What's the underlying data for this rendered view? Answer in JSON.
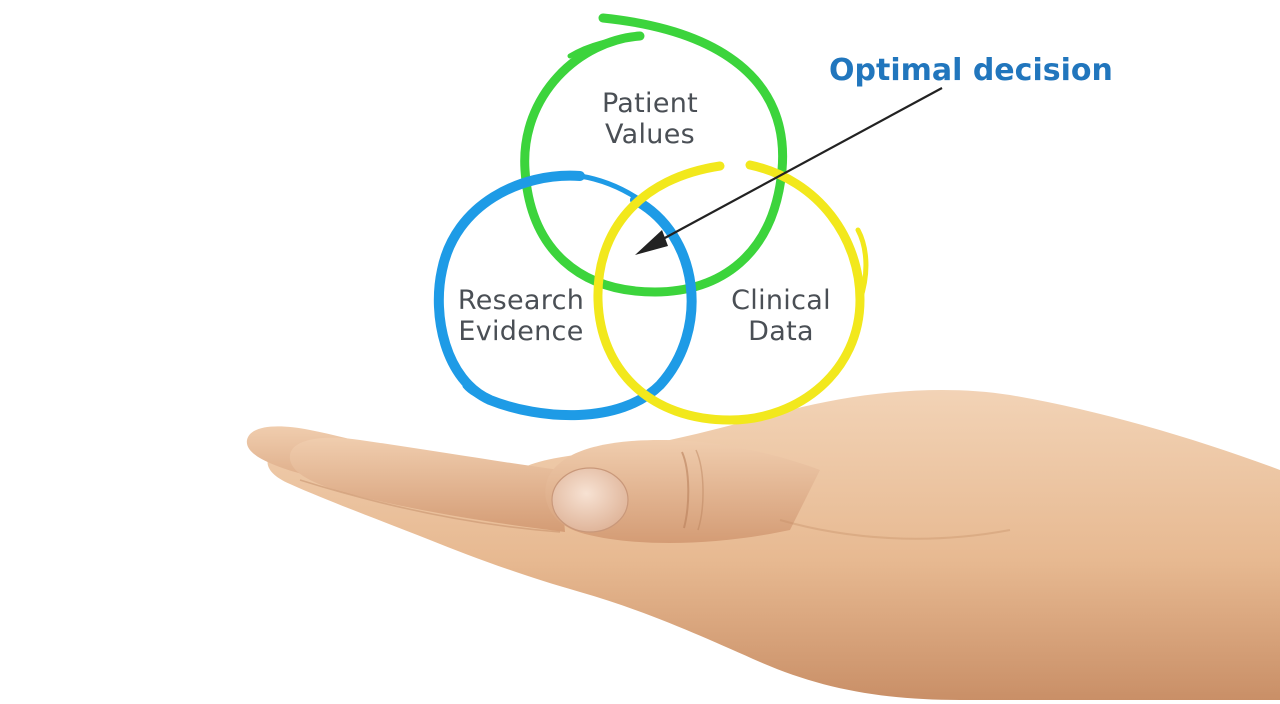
{
  "diagram": {
    "circles": [
      {
        "id": "patient-values",
        "line1": "Patient",
        "line2": "Values",
        "color": "#3cd43c"
      },
      {
        "id": "research-evidence",
        "line1": "Research",
        "line2": "Evidence",
        "color": "#1e9be6"
      },
      {
        "id": "clinical-data",
        "line1": "Clinical",
        "line2": "Data",
        "color": "#f2e81c"
      }
    ],
    "callout": {
      "label": "Optimal decision",
      "color": "#2176bd"
    }
  },
  "colors": {
    "skin_base": "#e7b991",
    "skin_shadow": "#c98f67",
    "skin_highlight": "#f2d3b6",
    "arrow": "#222222"
  }
}
